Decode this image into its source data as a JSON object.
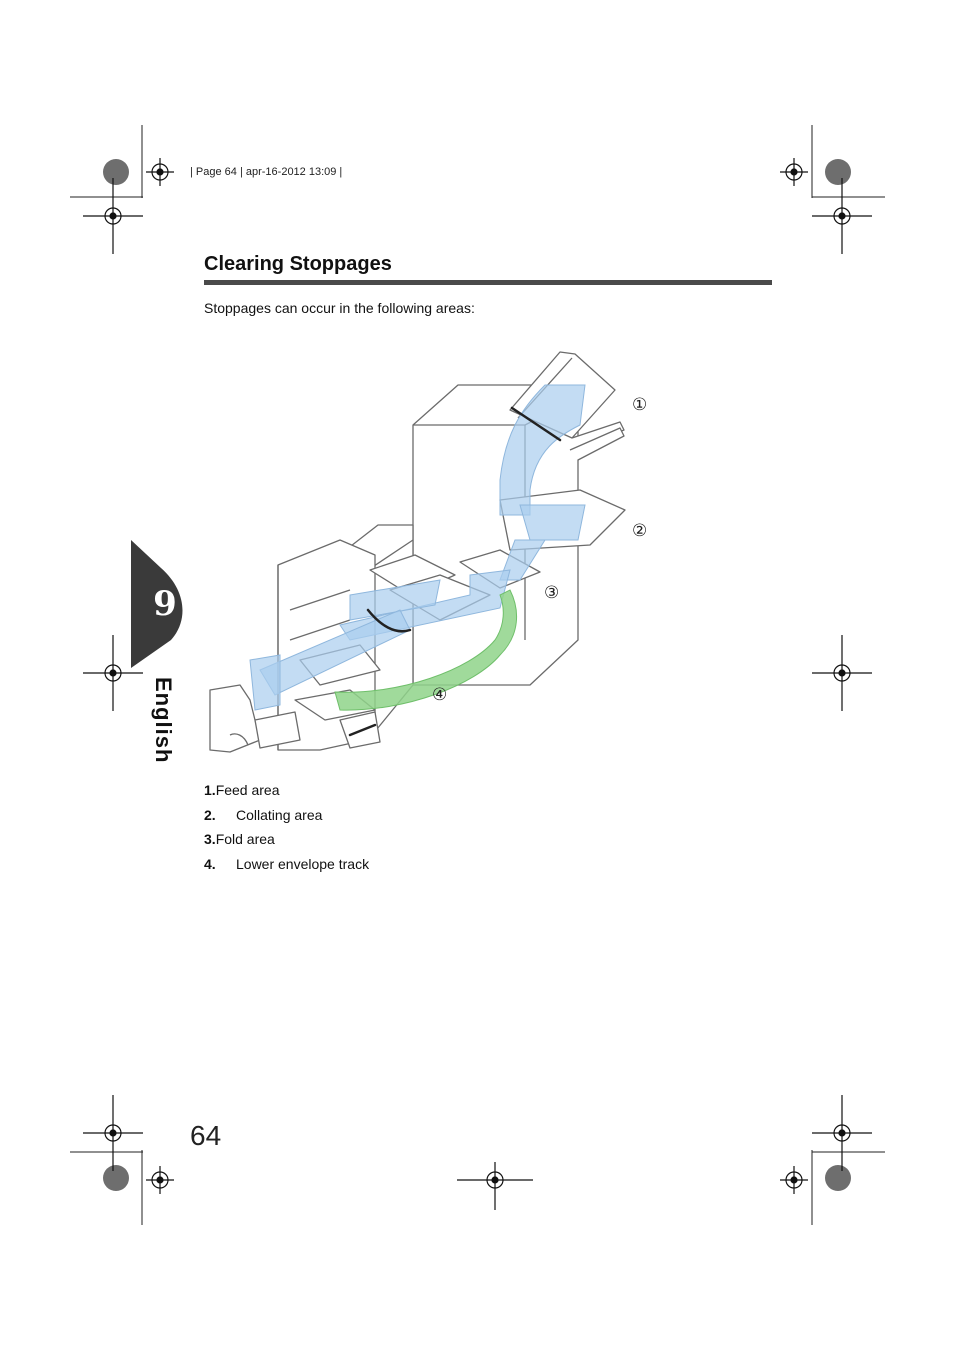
{
  "print_header": {
    "text": "|  Page 64 | apr-16-2012 13:09 |"
  },
  "section": {
    "title": "Clearing Stoppages",
    "intro": "Stoppages can occur in the following areas:"
  },
  "figure": {
    "callouts": [
      "①",
      "②",
      "③",
      "④"
    ],
    "colors": {
      "paper_path_blue": "#a9cdee",
      "envelope_path_green": "#8fd48a",
      "machine_outline": "#6b6b6b"
    }
  },
  "legend": [
    {
      "number": "1.",
      "label": "Feed area"
    },
    {
      "number": "2.",
      "label": "Collating area"
    },
    {
      "number": "3.",
      "label": "Fold area"
    },
    {
      "number": "4.",
      "label": "Lower envelope track"
    }
  ],
  "side_tab": {
    "chapter_number": "9",
    "language": "English",
    "tab_color": "#3a3a3a"
  },
  "footer": {
    "page_number": "64"
  }
}
